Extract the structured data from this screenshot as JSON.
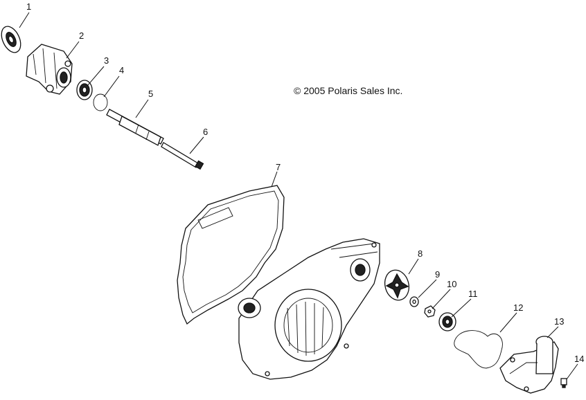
{
  "copyright": "© 2005 Polaris Sales Inc.",
  "callouts": [
    "1",
    "2",
    "3",
    "4",
    "5",
    "6",
    "7",
    "8",
    "9",
    "10",
    "11",
    "12",
    "13",
    "14"
  ]
}
